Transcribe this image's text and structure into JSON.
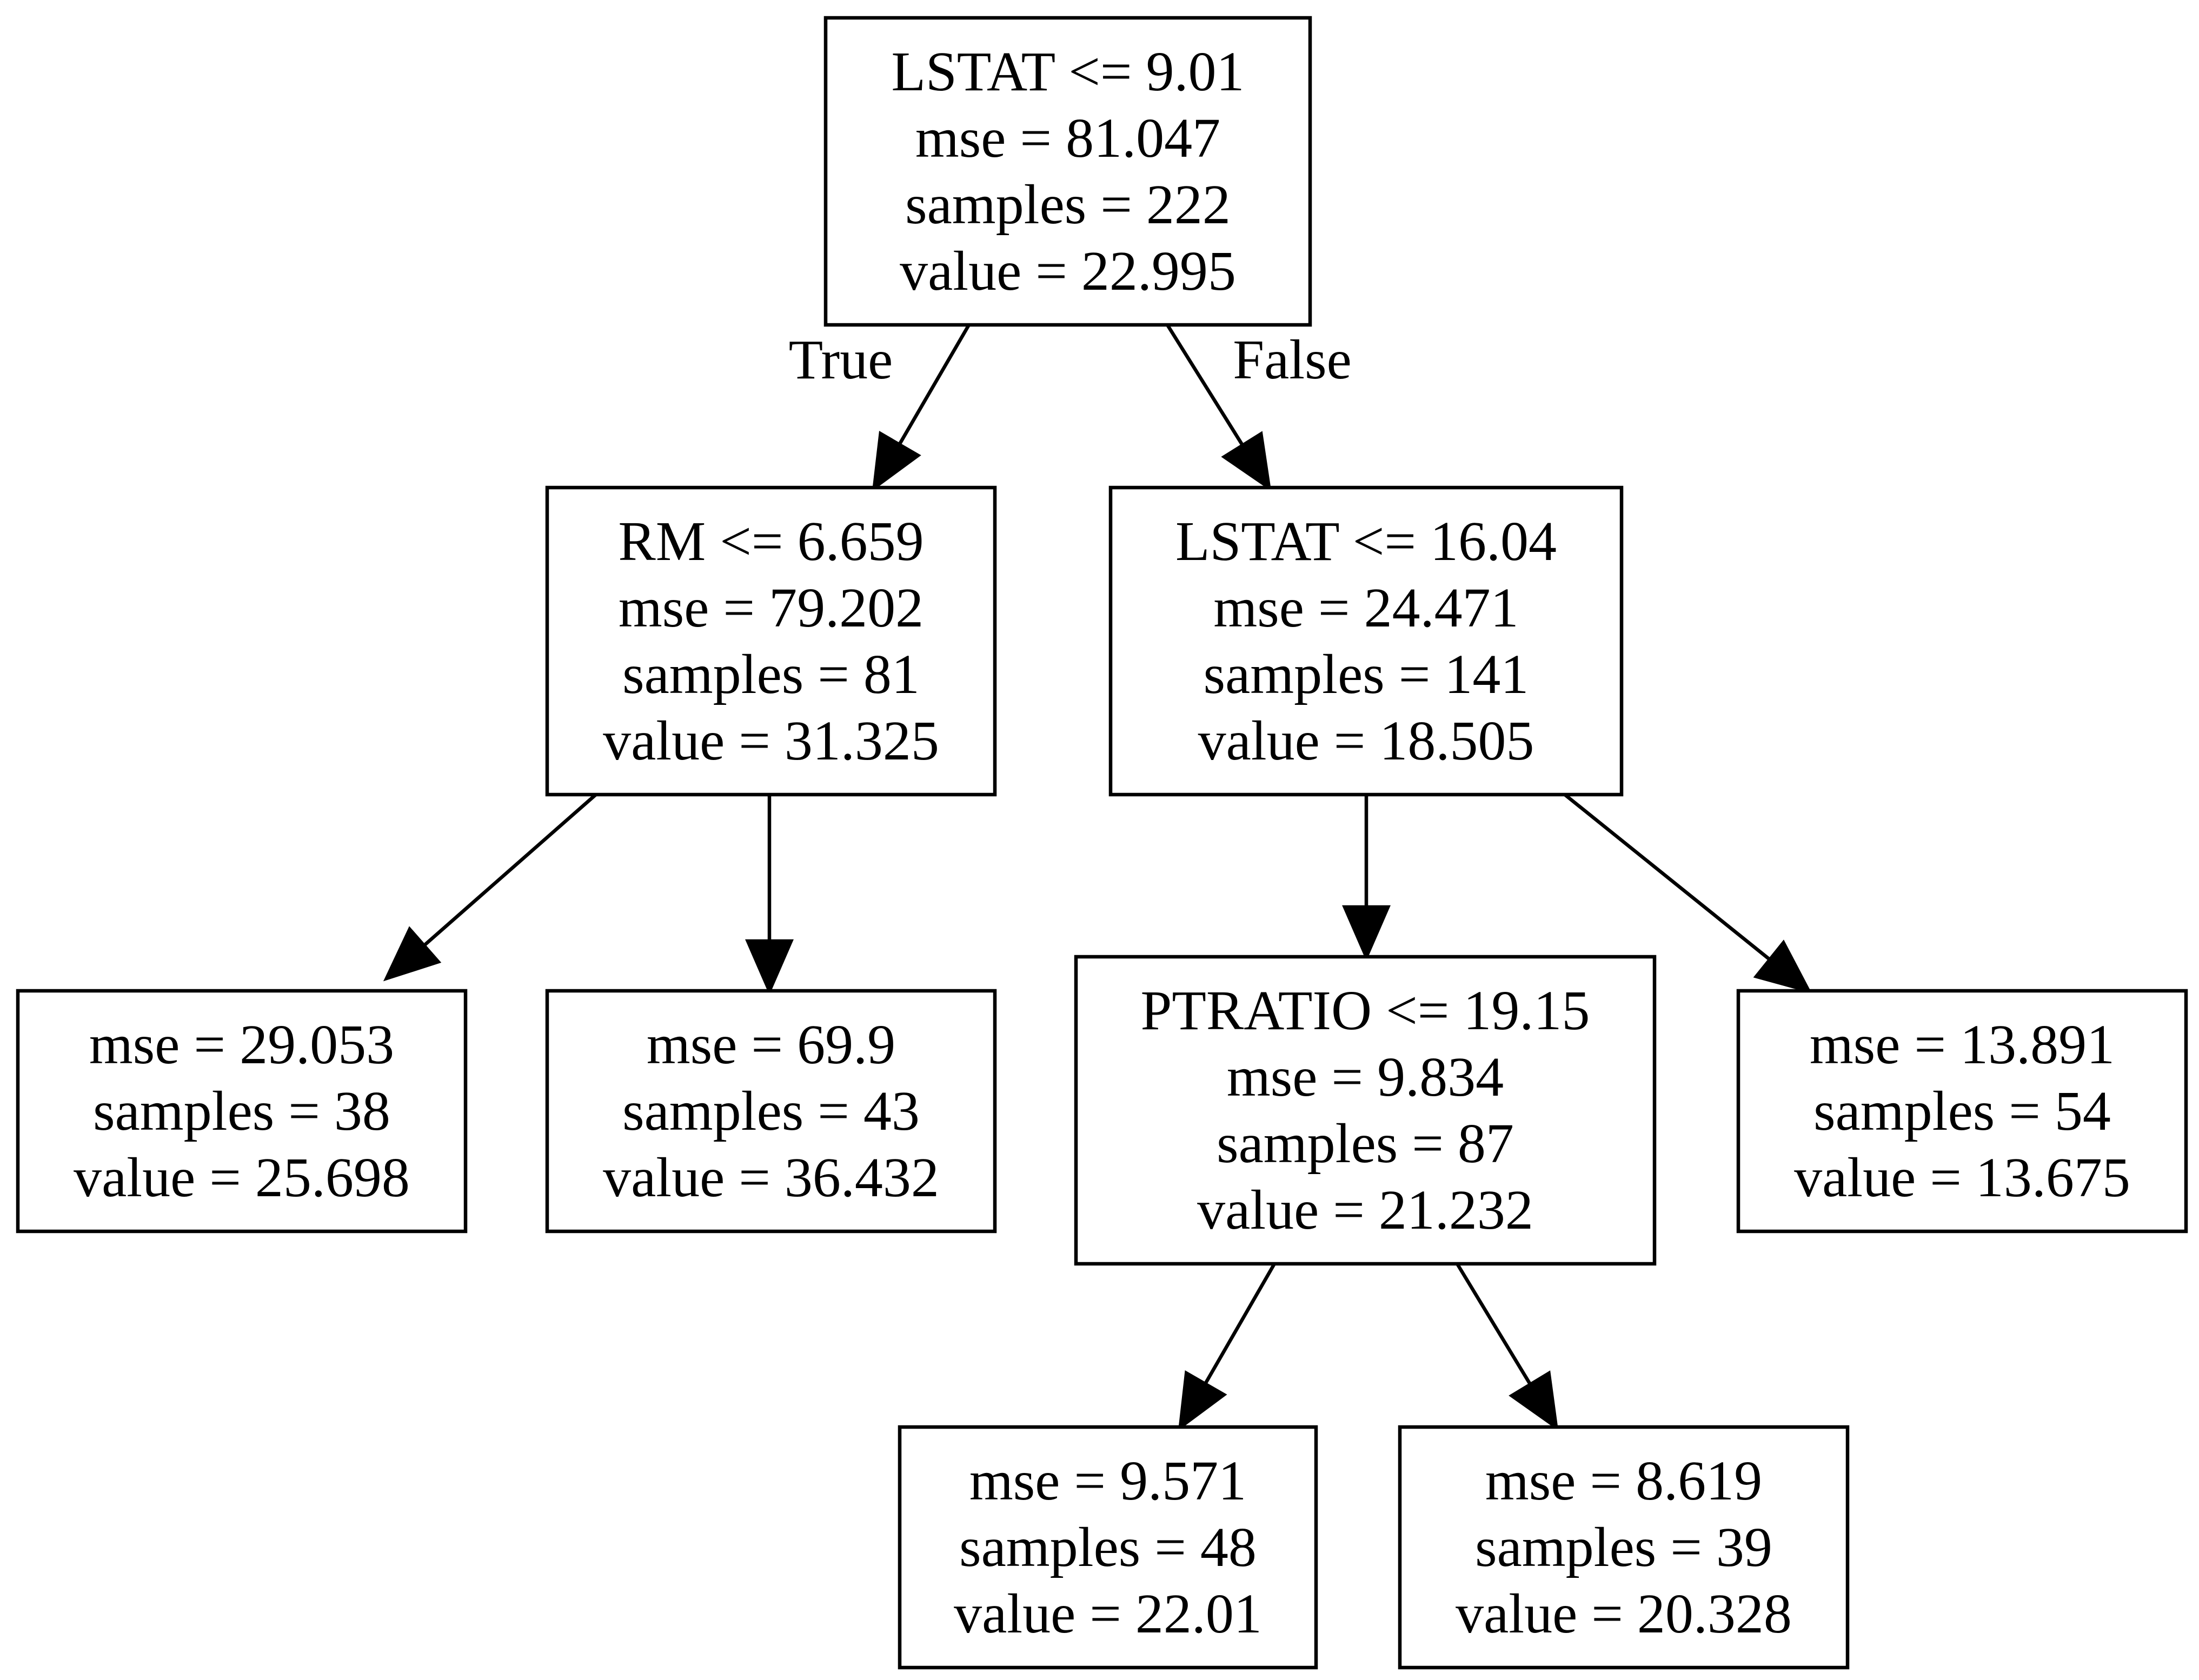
{
  "diagram": {
    "type": "decision-tree",
    "nodes": [
      {
        "id": "n0",
        "lines": [
          "LSTAT <= 9.01",
          "mse = 81.047",
          "samples = 222",
          "value = 22.995"
        ]
      },
      {
        "id": "n1",
        "lines": [
          "RM <= 6.659",
          "mse = 79.202",
          "samples = 81",
          "value = 31.325"
        ]
      },
      {
        "id": "n2",
        "lines": [
          "LSTAT <= 16.04",
          "mse = 24.471",
          "samples = 141",
          "value = 18.505"
        ]
      },
      {
        "id": "n3",
        "lines": [
          "mse = 29.053",
          "samples = 38",
          "value = 25.698"
        ]
      },
      {
        "id": "n4",
        "lines": [
          "mse = 69.9",
          "samples = 43",
          "value = 36.432"
        ]
      },
      {
        "id": "n5",
        "lines": [
          "PTRATIO <= 19.15",
          "mse = 9.834",
          "samples = 87",
          "value = 21.232"
        ]
      },
      {
        "id": "n6",
        "lines": [
          "mse = 13.891",
          "samples = 54",
          "value = 13.675"
        ]
      },
      {
        "id": "n7",
        "lines": [
          "mse = 9.571",
          "samples = 48",
          "value = 22.01"
        ]
      },
      {
        "id": "n8",
        "lines": [
          "mse = 8.619",
          "samples = 39",
          "value = 20.328"
        ]
      }
    ],
    "edges": [
      {
        "from": "n0",
        "to": "n1",
        "label": "True"
      },
      {
        "from": "n0",
        "to": "n2",
        "label": "False"
      },
      {
        "from": "n1",
        "to": "n3",
        "label": ""
      },
      {
        "from": "n1",
        "to": "n4",
        "label": ""
      },
      {
        "from": "n2",
        "to": "n5",
        "label": ""
      },
      {
        "from": "n2",
        "to": "n6",
        "label": ""
      },
      {
        "from": "n5",
        "to": "n7",
        "label": ""
      },
      {
        "from": "n5",
        "to": "n8",
        "label": ""
      }
    ]
  }
}
